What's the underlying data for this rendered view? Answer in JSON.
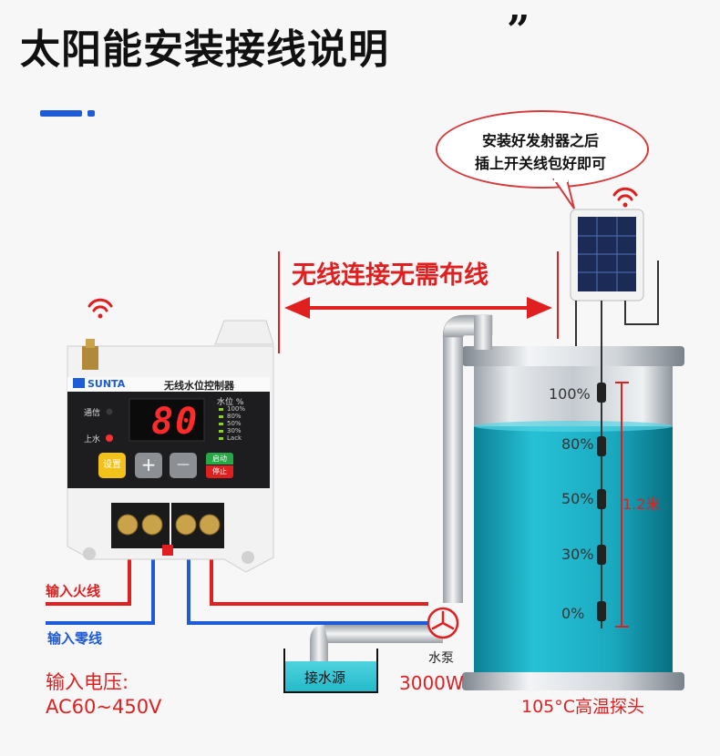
{
  "title": "太阳能安装接线说明",
  "title_mark": "”",
  "bubble": {
    "line1": "安装好发射器之后",
    "line2": "插上开关线包好即可"
  },
  "banner": "无线连接无需布线",
  "controller": {
    "brand": "SUNTA",
    "model": "无线水位控制器",
    "signal_label": "通信",
    "water_label": "上水",
    "level_header": "水位 %",
    "level_marks": [
      "100%",
      "80%",
      "50%",
      "30%",
      "Lack"
    ],
    "display_value": "80",
    "btn_set": "设置",
    "btn_plus": "+",
    "btn_minus": "—",
    "btn_start": "启动",
    "btn_stop": "停止"
  },
  "wires": {
    "live": "输入火线",
    "neutral": "输入零线"
  },
  "voltage": {
    "line1": "输入电压:",
    "line2": "AC60~450V"
  },
  "pump": {
    "name": "水泵",
    "power": "3000W"
  },
  "source": "接水源",
  "tank": {
    "levels": [
      "100%",
      "80%",
      "50%",
      "30%",
      "0%"
    ],
    "height_note": "1.2米"
  },
  "probe_note": "105°C高温探头",
  "colors": {
    "accent": "#1e5bd7",
    "red": "#e02020",
    "water": "#1fb3c8",
    "live": "#e02020",
    "neutral": "#1e5bd7"
  }
}
